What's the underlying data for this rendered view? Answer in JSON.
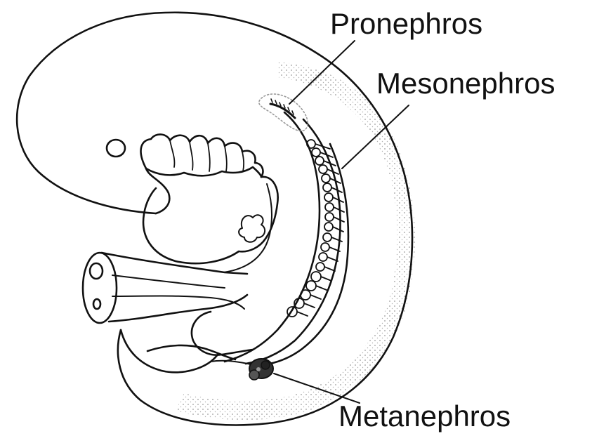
{
  "labels": {
    "pronephros": "Pronephros",
    "mesonephros": "Mesonephros",
    "metanephros": "Metanephros"
  },
  "colors": {
    "ink": "#111111",
    "stipple": "#9a9a9a",
    "background": "#ffffff"
  }
}
